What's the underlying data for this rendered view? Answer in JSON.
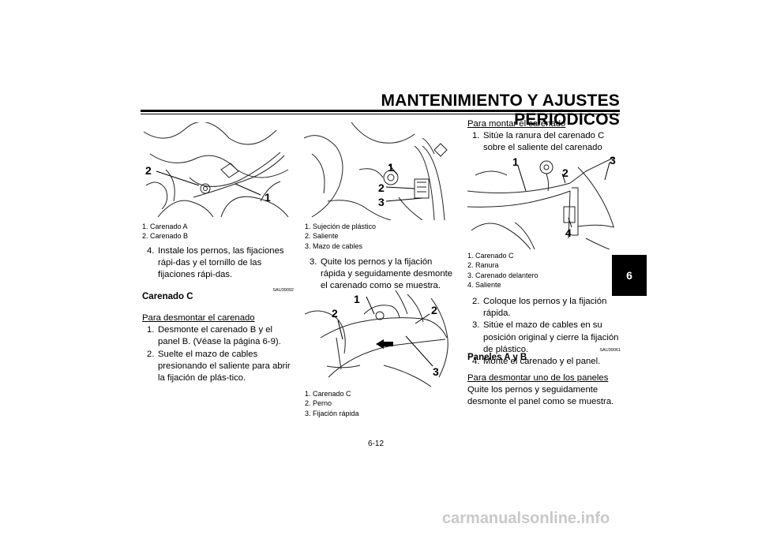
{
  "header": {
    "title": "MANTENIMIENTO Y AJUSTES PERIÓDICOS"
  },
  "chapter_tab": "6",
  "column1": {
    "figure": {
      "callouts": [
        "2",
        "1"
      ]
    },
    "caption": [
      "1. Carenado A",
      "2. Carenado B"
    ],
    "step4": {
      "num": "4.",
      "text": "Instale los pernos, las fijaciones rápi-das y el tornillo de las fijaciones rápi-das."
    },
    "code": "SAU39092",
    "heading": "Carenado C",
    "subheading": "Para desmontar el carenado",
    "steps": [
      {
        "num": "1.",
        "text": "Desmonte el carenado B y el panel B. (Véase la página 6-9)."
      },
      {
        "num": "2.",
        "text": "Suelte el mazo de cables presionando el saliente para abrir la fijación de plás-tico."
      }
    ]
  },
  "column2": {
    "figure1": {
      "callouts": [
        "1",
        "2",
        "3"
      ]
    },
    "caption1": [
      "1. Sujeción de plástico",
      "2. Saliente",
      "3. Mazo de cables"
    ],
    "step3": {
      "num": "3.",
      "text": "Quite los pernos y la fijación rápida y seguidamente desmonte el carenado como se muestra."
    },
    "figure2": {
      "callouts": [
        "1",
        "2",
        "2",
        "3"
      ]
    },
    "caption2": [
      "1. Carenado C",
      "2. Perno",
      "3. Fijación rápida"
    ]
  },
  "column3": {
    "subheading": "Para montar el carenado",
    "step1": {
      "num": "1.",
      "text": "Sitúe la ranura del carenado C sobre el saliente del carenado delantero."
    },
    "figure": {
      "callouts": [
        "1",
        "2",
        "3",
        "4"
      ]
    },
    "caption": [
      "1. Carenado C",
      "2. Ranura",
      "3. Carenado delantero",
      "4. Saliente"
    ],
    "steps": [
      {
        "num": "2.",
        "text": "Coloque los pernos y la fijación rápida."
      },
      {
        "num": "3.",
        "text": "Sitúe el mazo de cables en su posición original y cierre la fijación de plástico."
      },
      {
        "num": "4.",
        "text": "Monte el carenado y el panel."
      }
    ],
    "code": "SAU39061",
    "heading": "Paneles A y B",
    "subheading2": "Para desmontar uno de los paneles",
    "paragraph": "Quite los pernos y seguidamente desmonte el panel como se muestra."
  },
  "page_number": "6-12",
  "watermark": "carmanualsonline.info"
}
